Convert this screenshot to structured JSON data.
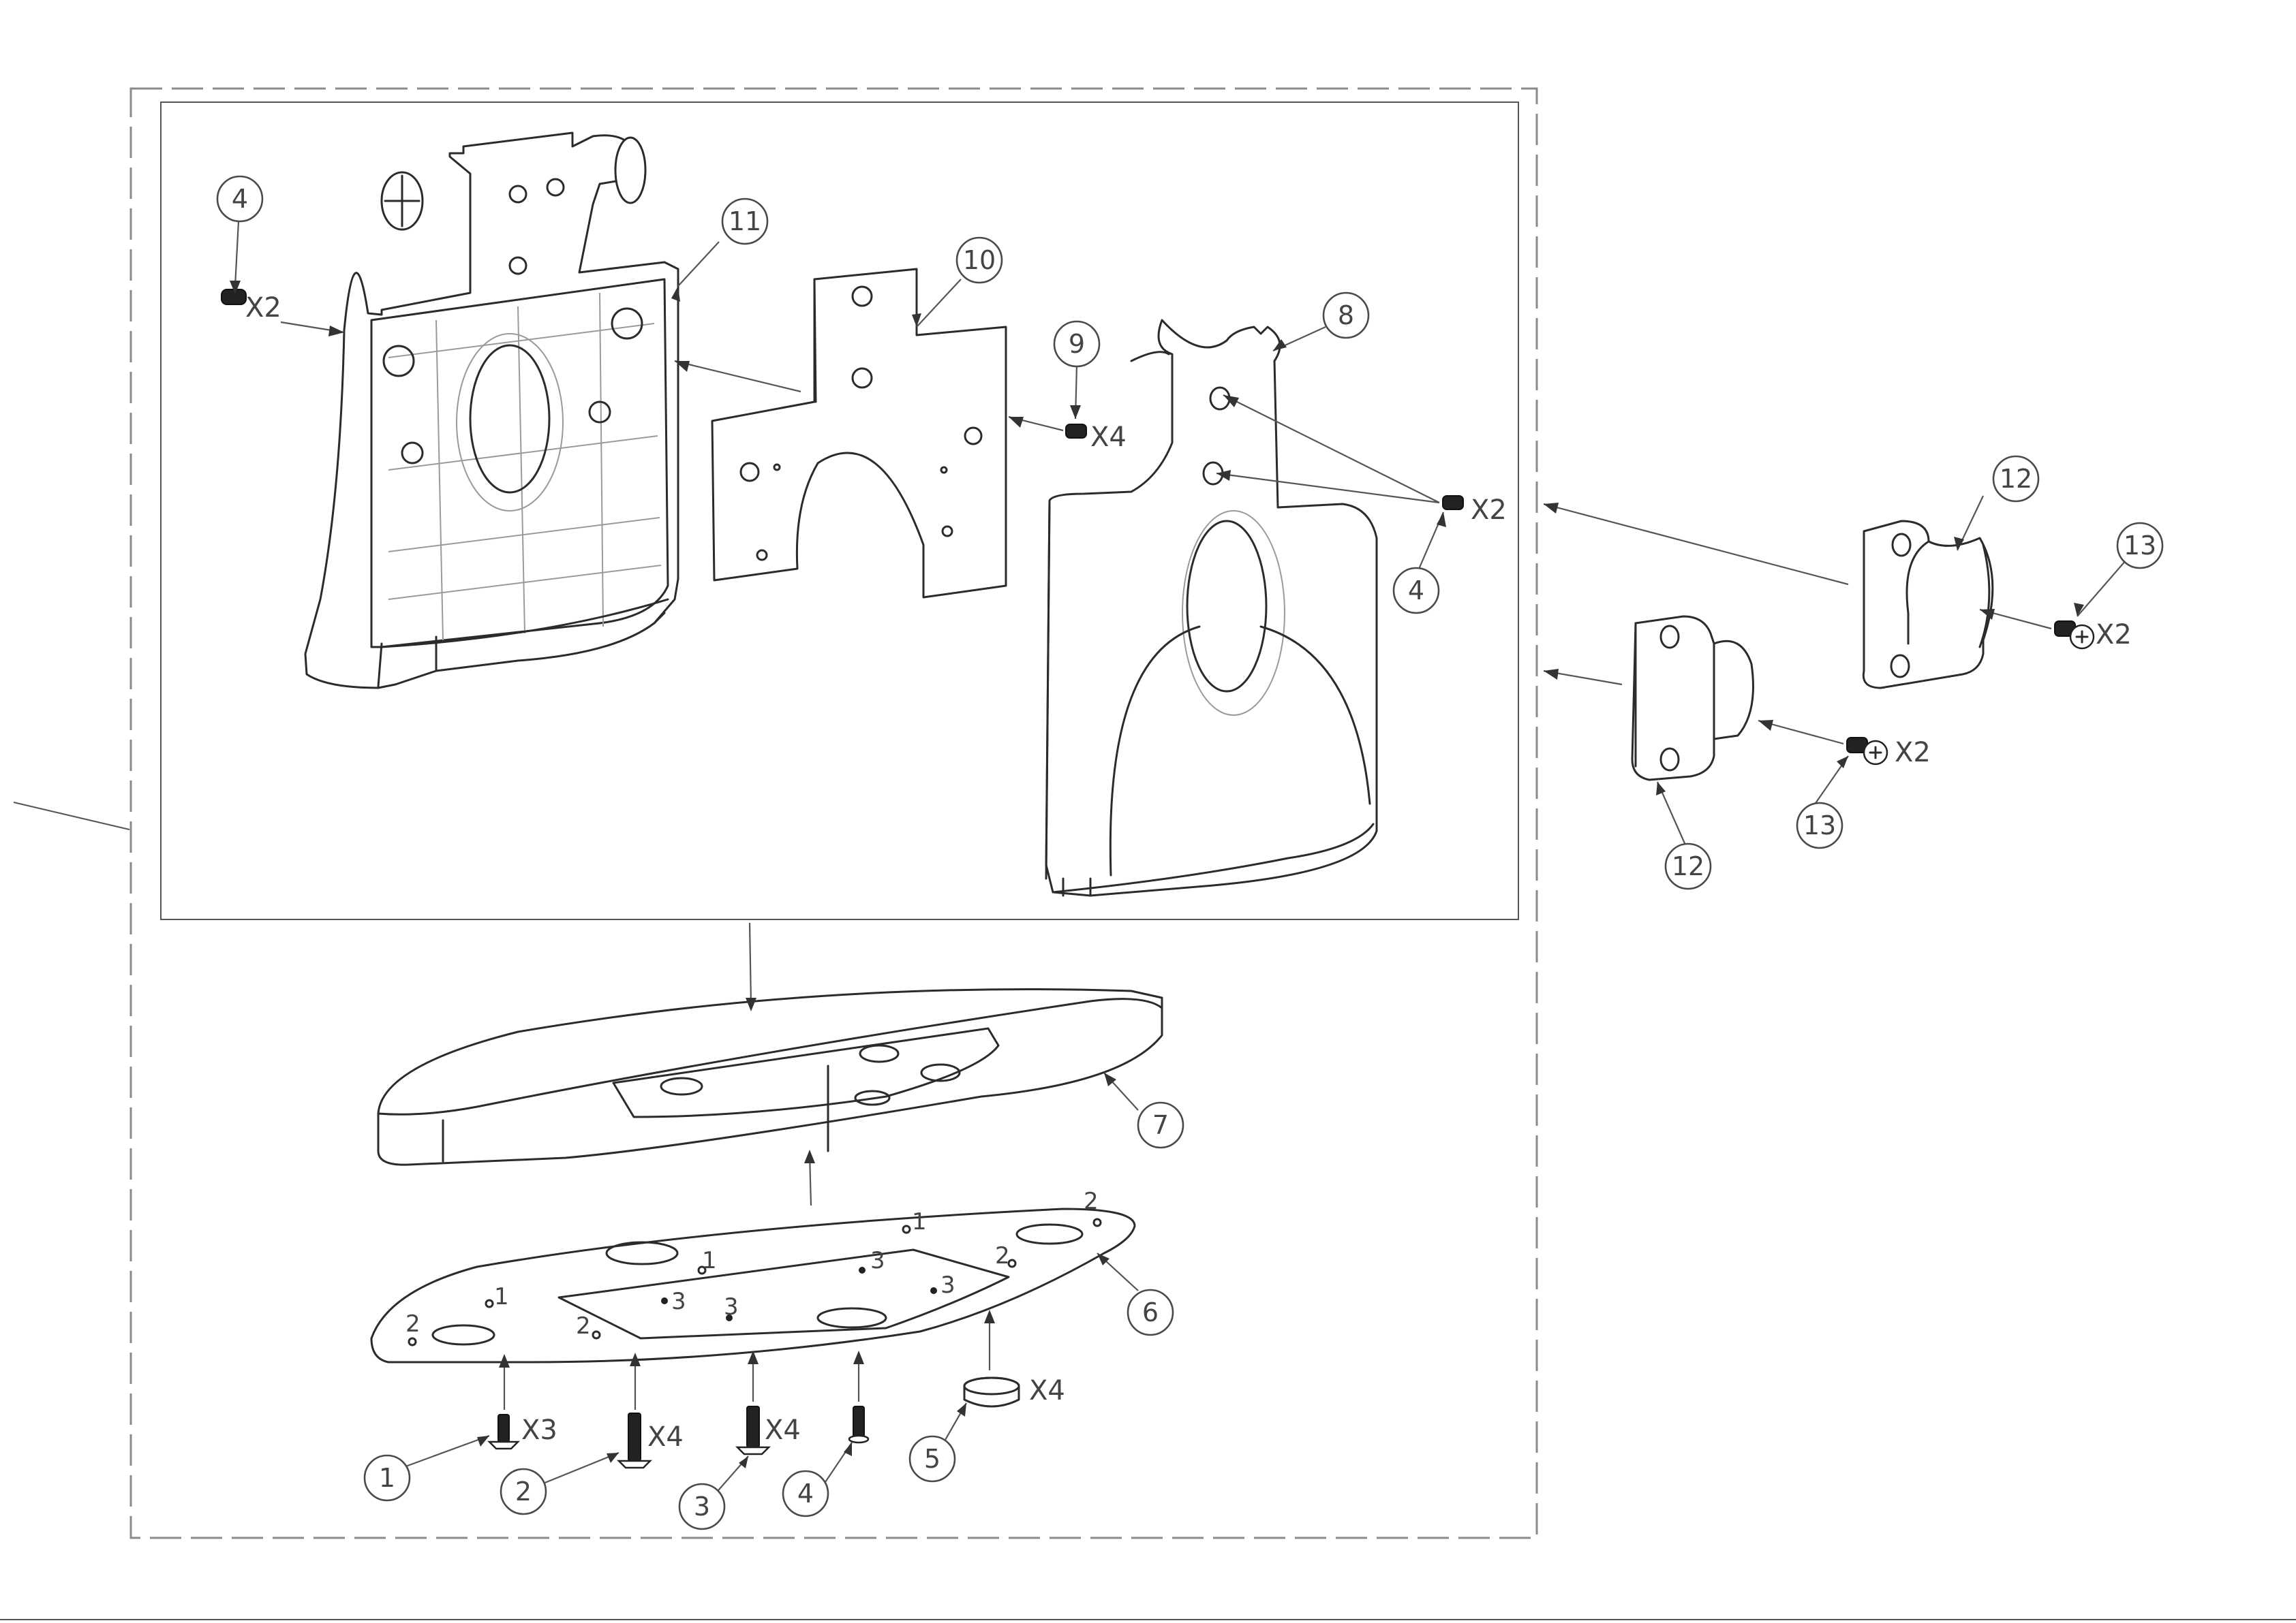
{
  "diagram": {
    "callouts": [
      {
        "id": "c4-topleft",
        "number": "4"
      },
      {
        "id": "c11",
        "number": "11"
      },
      {
        "id": "c10",
        "number": "10"
      },
      {
        "id": "c9",
        "number": "9"
      },
      {
        "id": "c8",
        "number": "8"
      },
      {
        "id": "c4-right",
        "number": "4"
      },
      {
        "id": "c12-top",
        "number": "12"
      },
      {
        "id": "c13-top",
        "number": "13"
      },
      {
        "id": "c12-bottom",
        "number": "12"
      },
      {
        "id": "c13-bottom",
        "number": "13"
      },
      {
        "id": "c7",
        "number": "7"
      },
      {
        "id": "c6",
        "number": "6"
      },
      {
        "id": "c1",
        "number": "1"
      },
      {
        "id": "c2",
        "number": "2"
      },
      {
        "id": "c3",
        "number": "3"
      },
      {
        "id": "c4-bottom",
        "number": "4"
      },
      {
        "id": "c5",
        "number": "5"
      }
    ],
    "quantities": {
      "q4_topleft": "X2",
      "q9": "X4",
      "q4_right": "X2",
      "q13_top": "X2",
      "q13_bottom": "X2",
      "q1": "X3",
      "q2": "X4",
      "q3": "X4",
      "q5": "X4"
    },
    "hole_marks": {
      "m1a": "1",
      "m1b": "1",
      "m1c": "1",
      "m2a": "2",
      "m2b": "2",
      "m2c": "2",
      "m2d": "2",
      "m3a": "3",
      "m3b": "3",
      "m3c": "3",
      "m3d": "3"
    }
  }
}
